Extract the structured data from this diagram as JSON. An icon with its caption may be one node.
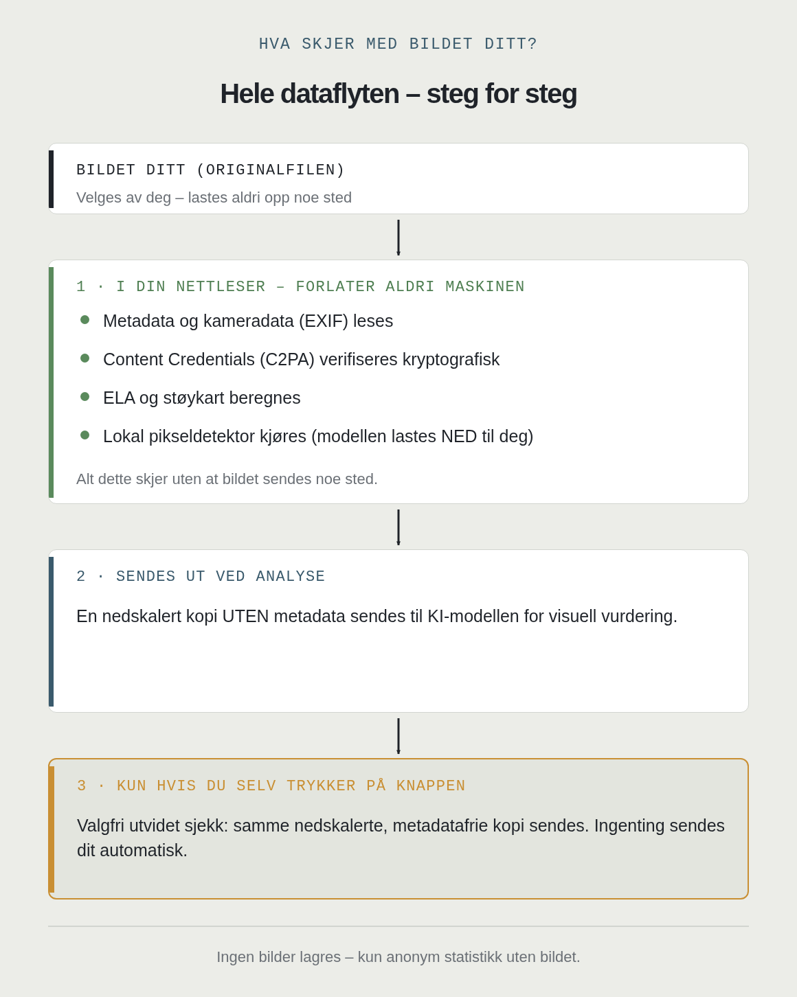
{
  "diagram": {
    "title": "Hele dataflyten – steg for steg",
    "nodes": [
      {
        "text": [
          "BILDET DITT (ORIGINALFILEN)",
          "Velges av deg – lastes aldri opp noe sted"
        ]
      },
      {
        "text": [
          "1 · I DIN NETTLESER – FORLATER ALDRI MASKINEN",
          "Metadata og kameradata (EXIF) leses",
          "Content Credentials (C2PA) verifiseres kryptografisk",
          "ELA og støykart beregnes",
          "Lokal pikseldetektor kjøres (modellen lastes NED til deg)",
          "Alt dette skjer uten at bildet sendes noe sted."
        ]
      },
      {
        "text": [
          "2 · SENDES UT VED ANALYSE",
          "En nedskalert kopi UTEN metadata sendes til KI-modellen for visuell vurdering."
        ]
      },
      {
        "text": [
          "3 · KUN HVIS DU SELV TRYKKER PÅ KNAPPEN",
          "Valgfri utvidet sjekk: samme nedskalerte, metadatafrie kopi sendes. Ingenting sendes dit automatisk."
        ]
      }
    ],
    "edges": [
      {
        "from": 0,
        "to": 1,
        "arrow": "to"
      },
      {
        "from": 1,
        "to": 2,
        "arrow": "to"
      },
      {
        "from": 2,
        "to": 3,
        "arrow": "to"
      }
    ],
    "labels": [
      "HVA SKJER MED BILDET DITT?"
    ],
    "caption": "Ingen bilder lagres – kun anonym statistikk uten bildet."
  }
}
